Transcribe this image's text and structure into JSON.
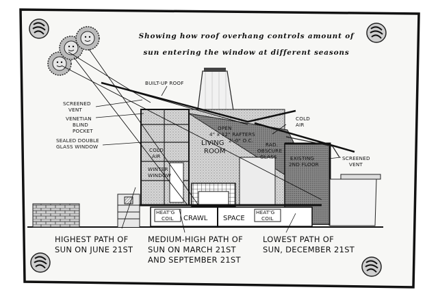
{
  "title": {
    "line1": "Showing how roof overhang controls amount of",
    "line2": "sun entering the window at different seasons"
  },
  "labels": {
    "built_up_roof": "BUILT-UP ROOF",
    "screened_vent_left_1": "SCREENED",
    "screened_vent_left_2": "VENT",
    "venetian_1": "VENETIAN",
    "venetian_2": "BLIND",
    "venetian_3": "POCKET",
    "sealed_1": "SEALED DOUBLE",
    "sealed_2": "GLASS WINDOW",
    "cold_air_top_1": "COLD",
    "cold_air_top_2": "AIR",
    "open_1": "OPEN",
    "open_2": "4\" x 12\" RAFTERS",
    "open_3": "2'-0\" O.C.",
    "rad_1": "RAD.",
    "rad_2": "OBSCURE",
    "rad_3": "GLASS",
    "living_1": "LIVING",
    "living_2": "ROOM",
    "cold_air_in_1": "COLD",
    "cold_air_in_2": "AIR",
    "winter_1": "WINTER",
    "winter_2": "WINDOW",
    "existing_1": "EXISTING",
    "existing_2": "2ND FLOOR",
    "screened_vent_right_1": "SCREENED",
    "screened_vent_right_2": "VENT",
    "heatg_coil_left_1": "HEAT'G",
    "heatg_coil_left_2": "COIL",
    "crawl": "CRAWL",
    "space": "SPACE",
    "heatg_coil_right_1": "HEAT'G",
    "heatg_coil_right_2": "COIL"
  },
  "captions": {
    "highest_1": "HIGHEST PATH OF",
    "highest_2": "SUN ON JUNE 21ST",
    "medium_1": "MEDIUM-HIGH PATH OF",
    "medium_2": "SUN ON MARCH 21ST",
    "medium_3": "AND SEPTEMBER 21ST",
    "lowest_1": "LOWEST PATH OF",
    "lowest_2": "SUN, DECEMBER 21ST"
  }
}
